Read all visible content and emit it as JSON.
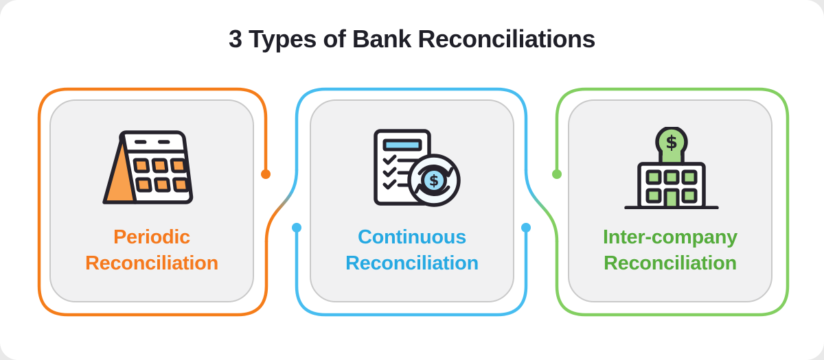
{
  "title": "3 Types of Bank Reconciliations",
  "colors": {
    "orange_accent": "#F57D1A",
    "orange_text": "#F5791D",
    "orange_fill_light": "#F9A14E",
    "blue_accent": "#47BDF0",
    "blue_text": "#26A9E2",
    "blue_fill_light": "#9BDDF7",
    "blue_fill_pale": "#F3FAFD",
    "blue_bar_fill": "#82D4F4",
    "green_accent": "#83CF61",
    "green_text": "#55AC3C",
    "green_fill_light": "#A6DA89",
    "icon_outline": "#26232C",
    "title_color": "#1F1F28",
    "card_bg": "#F1F1F2",
    "card_border": "#C9C9C9",
    "canvas_bg": "#FFFFFF"
  },
  "cards": [
    {
      "id": "periodic",
      "label_line1": "Periodic",
      "label_line2": "Reconciliation",
      "icon": "calendar-icon",
      "accent": "#F57D1A"
    },
    {
      "id": "continuous",
      "label_line1": "Continuous",
      "label_line2": "Reconciliation",
      "icon": "document-refresh-dollar-icon",
      "accent": "#47BDF0"
    },
    {
      "id": "inter-company",
      "label_line1": "Inter-company",
      "label_line2": "Reconciliation",
      "icon": "bank-building-dollar-icon",
      "accent": "#83CF61"
    }
  ],
  "icon_glyphs": {
    "dollar_sign": "$"
  }
}
